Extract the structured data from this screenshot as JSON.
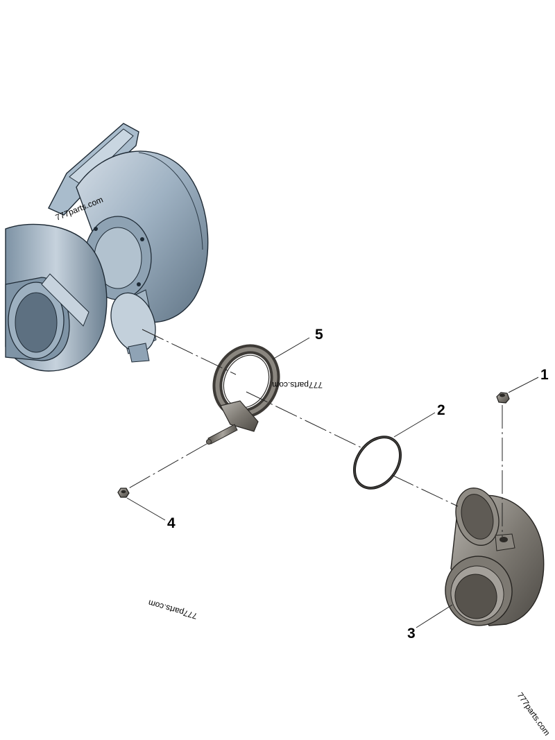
{
  "callouts": {
    "part1": "1",
    "part2": "2",
    "part3": "3",
    "part4": "4",
    "part5": "5"
  },
  "watermarks": {
    "top": "777parts.com",
    "middle": "777parts.com",
    "lower": "777parts.com",
    "corner": "777parts.com"
  },
  "colors": {
    "turbo_body": "#8fa3b5",
    "metal_dark": "#6e6a64",
    "background": "#ffffff"
  }
}
